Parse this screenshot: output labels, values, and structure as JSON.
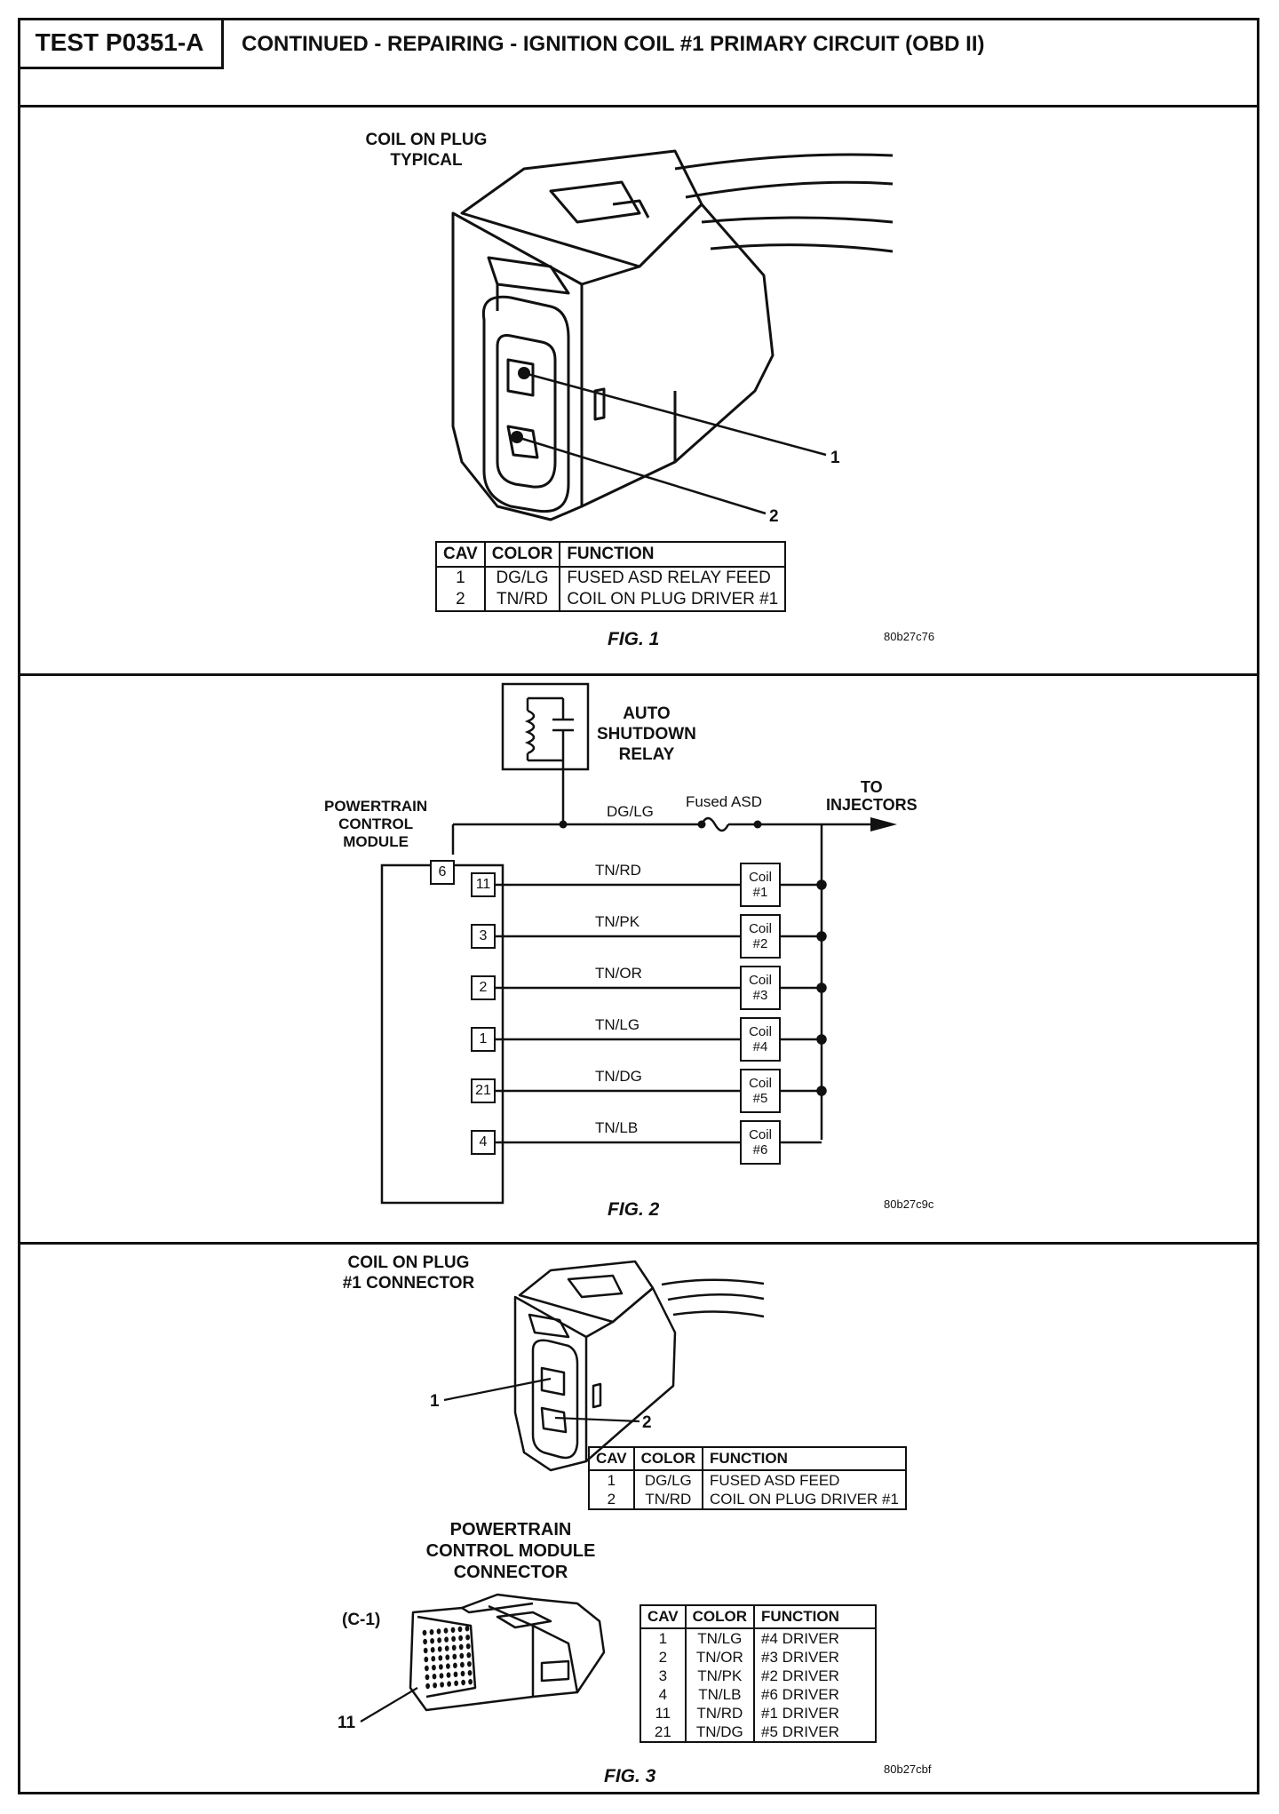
{
  "header": {
    "test_id": "TEST P0351-A",
    "title": "CONTINUED - REPAIRING - IGNITION COIL #1 PRIMARY CIRCUIT (OBD II)"
  },
  "fig1": {
    "label_line1": "COIL ON PLUG",
    "label_line2": "TYPICAL",
    "callout1": "1",
    "callout2": "2",
    "caption": "FIG. 1",
    "code": "80b27c76",
    "table": {
      "headers": [
        "CAV",
        "COLOR",
        "FUNCTION"
      ],
      "rows": [
        [
          "1",
          "DG/LG",
          "FUSED ASD RELAY FEED"
        ],
        [
          "2",
          "TN/RD",
          "COIL ON PLUG DRIVER #1"
        ]
      ]
    }
  },
  "fig2": {
    "relay_line1": "AUTO",
    "relay_line2": "SHUTDOWN",
    "relay_line3": "RELAY",
    "pcm_line1": "POWERTRAIN",
    "pcm_line2": "CONTROL",
    "pcm_line3": "MODULE",
    "feed_wire": "DG/LG",
    "fuse_label": "Fused ASD",
    "to_line1": "TO",
    "to_line2": "INJECTORS",
    "feed_pin": "6",
    "circuits": [
      {
        "pin": "11",
        "wire": "TN/RD",
        "coil": "Coil",
        "num": "#1"
      },
      {
        "pin": "3",
        "wire": "TN/PK",
        "coil": "Coil",
        "num": "#2"
      },
      {
        "pin": "2",
        "wire": "TN/OR",
        "coil": "Coil",
        "num": "#3"
      },
      {
        "pin": "1",
        "wire": "TN/LG",
        "coil": "Coil",
        "num": "#4"
      },
      {
        "pin": "21",
        "wire": "TN/DG",
        "coil": "Coil",
        "num": "#5"
      },
      {
        "pin": "4",
        "wire": "TN/LB",
        "coil": "Coil",
        "num": "#6"
      }
    ],
    "caption": "FIG. 2",
    "code": "80b27c9c"
  },
  "fig3": {
    "label_line1": "COIL ON PLUG",
    "label_line2": "#1 CONNECTOR",
    "callout1": "1",
    "callout2": "2",
    "table1": {
      "headers": [
        "CAV",
        "COLOR",
        "FUNCTION"
      ],
      "rows": [
        [
          "1",
          "DG/LG",
          "FUSED ASD FEED"
        ],
        [
          "2",
          "TN/RD",
          "COIL ON PLUG DRIVER #1"
        ]
      ]
    },
    "pcm_line1": "POWERTRAIN",
    "pcm_line2": "CONTROL MODULE",
    "pcm_line3": "CONNECTOR",
    "c1_label": "(C-1)",
    "callout11": "11",
    "table2": {
      "headers": [
        "CAV",
        "COLOR",
        "FUNCTION"
      ],
      "rows": [
        [
          "1",
          "TN/LG",
          "#4 DRIVER"
        ],
        [
          "2",
          "TN/OR",
          "#3 DRIVER"
        ],
        [
          "3",
          "TN/PK",
          "#2 DRIVER"
        ],
        [
          "4",
          "TN/LB",
          "#6 DRIVER"
        ],
        [
          "11",
          "TN/RD",
          "#1 DRIVER"
        ],
        [
          "21",
          "TN/DG",
          "#5 DRIVER"
        ]
      ]
    },
    "caption": "FIG. 3",
    "code": "80b27cbf"
  }
}
